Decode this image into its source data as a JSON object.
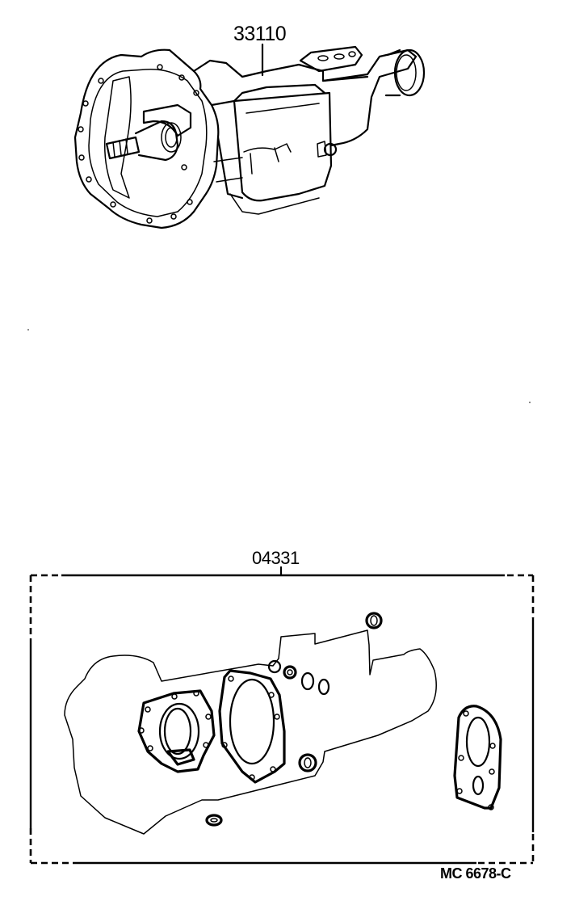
{
  "diagram": {
    "type": "exploded parts illustration",
    "subject": "manual transmission assembly and gasket kit"
  },
  "parts": [
    {
      "id": "assembly",
      "part_number": "33110",
      "description": "transmission assembly"
    },
    {
      "id": "gasket-kit",
      "part_number": "04331",
      "description": "transmission gasket kit (boxed group)"
    }
  ],
  "labels": {
    "assembly": "33110",
    "gasket_kit": "04331",
    "reference": "MC  6678-C"
  },
  "colors": {
    "line": "#000000",
    "background": "#ffffff"
  }
}
